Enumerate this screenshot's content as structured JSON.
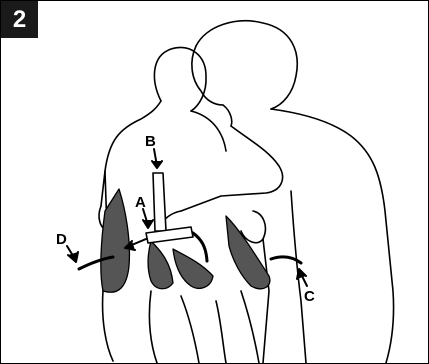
{
  "step_number": "2",
  "callouts": {
    "a": "A",
    "b": "B",
    "c": "C",
    "d": "D"
  },
  "colors": {
    "outline": "#000000",
    "sling_fill": "#555555",
    "badge_bg": "#1a1a1a"
  }
}
